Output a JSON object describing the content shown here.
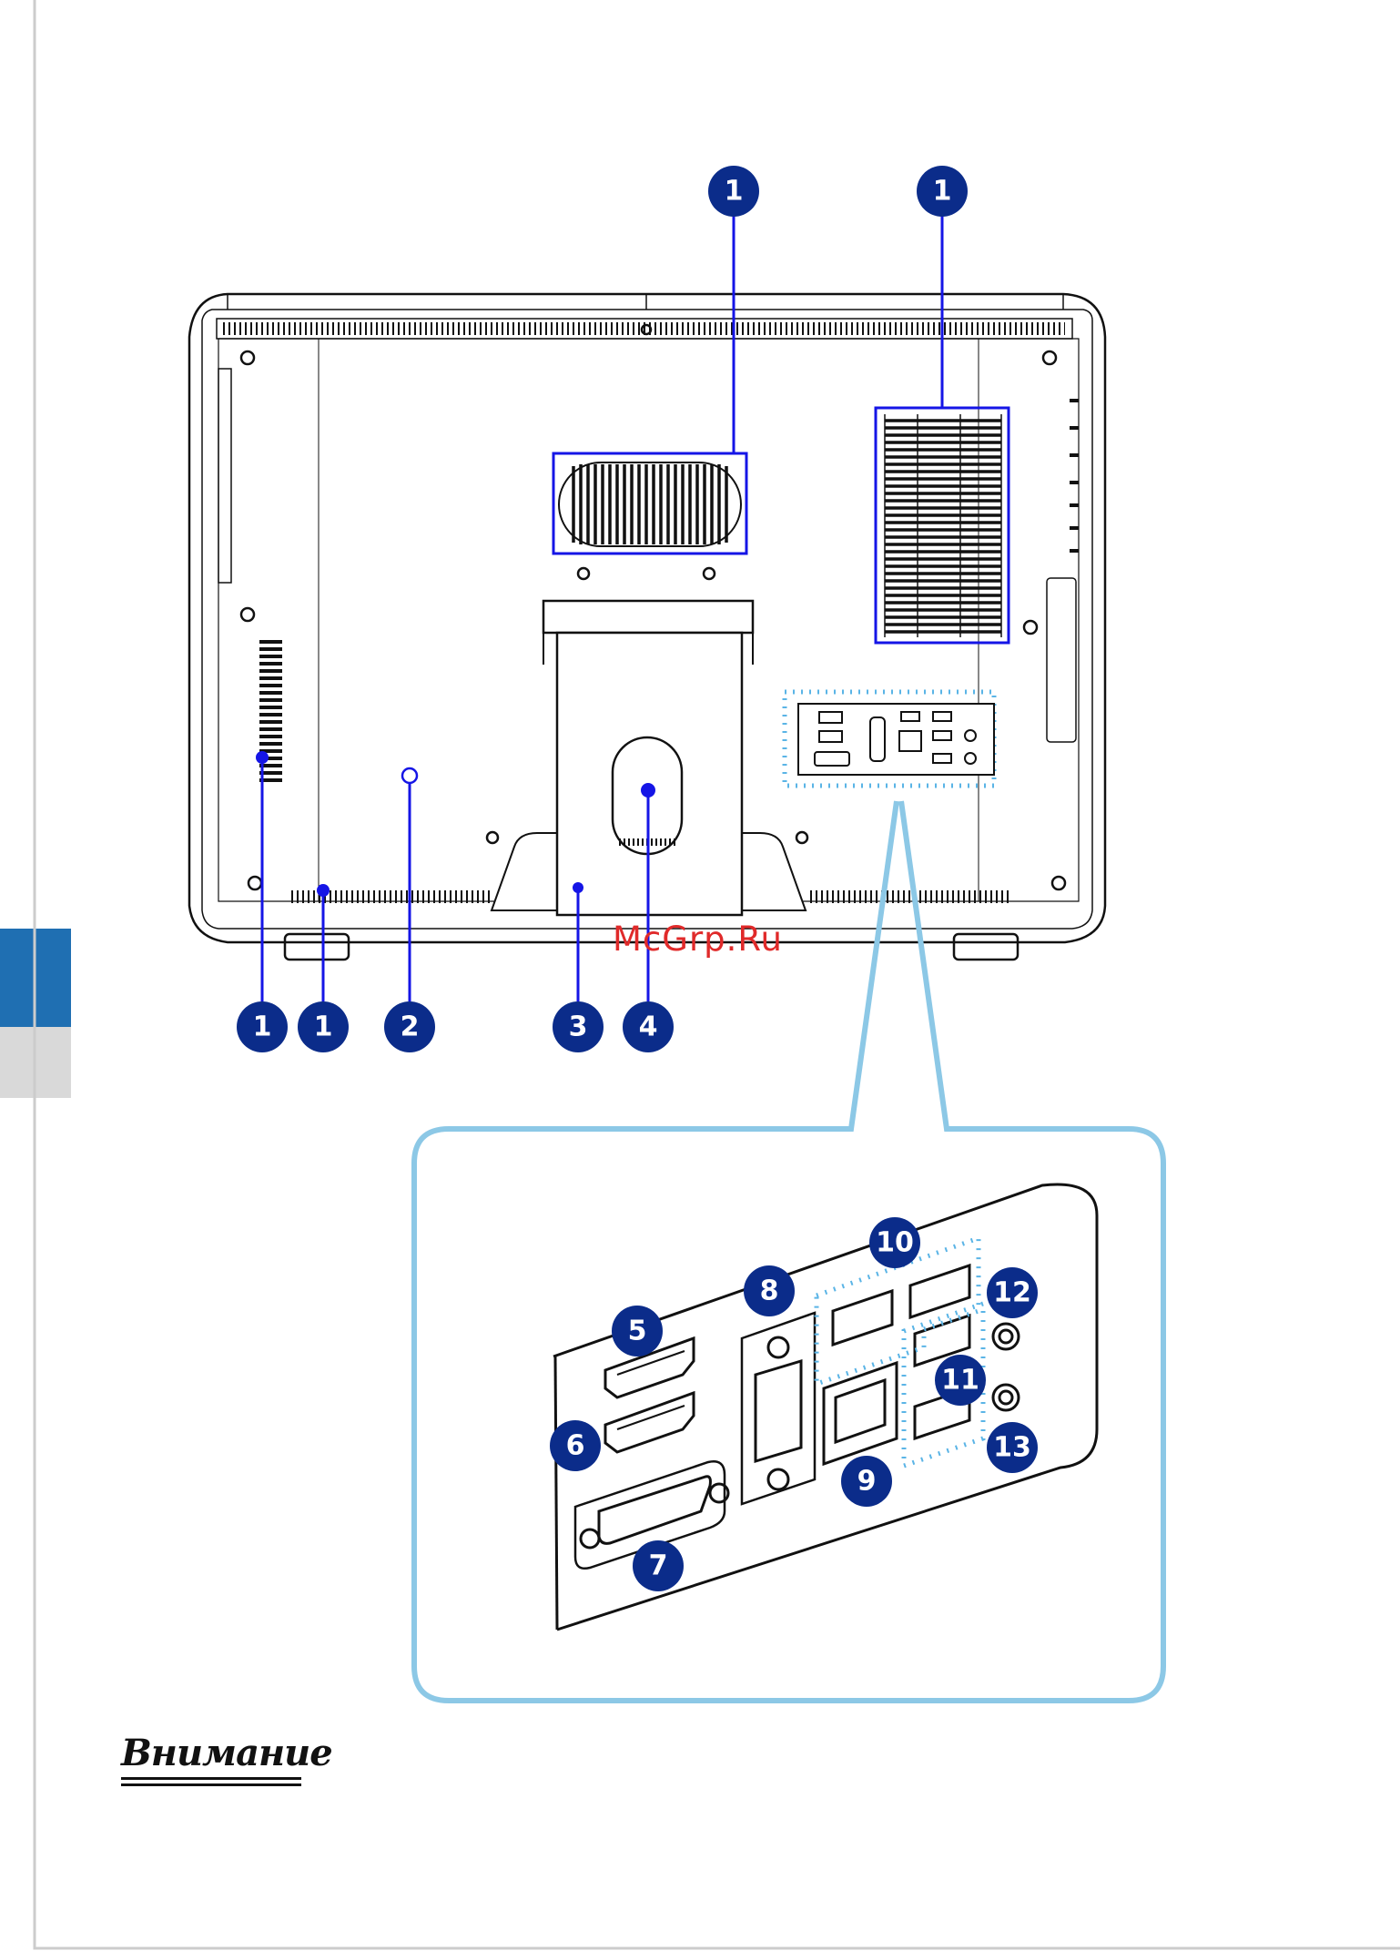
{
  "watermark": "McGrp.Ru",
  "attention_heading": "Внимание",
  "overview_callouts": [
    "1",
    "1",
    "1",
    "1",
    "2",
    "3",
    "4"
  ],
  "port_callouts": [
    "5",
    "6",
    "7",
    "8",
    "9",
    "10",
    "11",
    "12",
    "13"
  ],
  "colors": {
    "callout_fill": "#0b2c8a",
    "leader_line": "#1515e6",
    "zoom_frame": "#8cc8e6",
    "port_group_dots": "#5ab4e6",
    "side_tab_active": "#1f6fb2",
    "side_tab_inactive": "#d9d9d9"
  }
}
